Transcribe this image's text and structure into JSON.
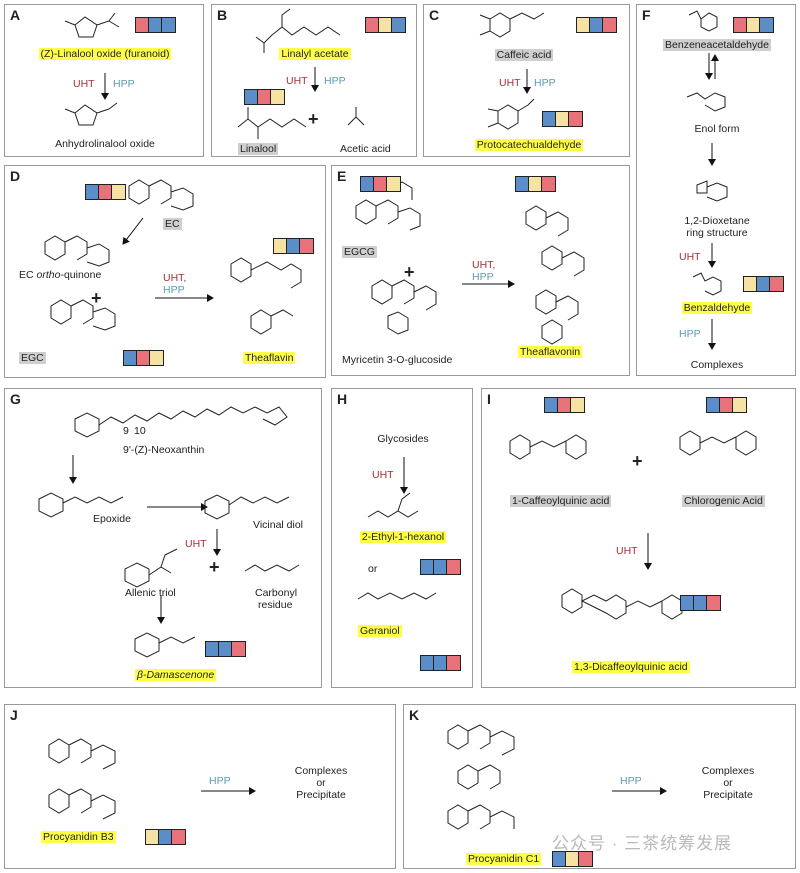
{
  "colors": {
    "blue": "#5b8ec9",
    "red": "#e8727a",
    "yellow": "#f6e3a3",
    "uht": "#a3303a",
    "hpp": "#5b9bb3",
    "hl_yellow": "#ffff47",
    "hl_gray": "#cfcfcf"
  },
  "panels": {
    "A": {
      "label": "A",
      "title": "(Z)-Linalool oxide (furanoid)",
      "uht": "UHT",
      "hpp": "HPP",
      "product": "Anhydrolinalool oxide",
      "blocks": [
        "red",
        "blue",
        "blue"
      ]
    },
    "B": {
      "label": "B",
      "title": "Linalyl acetate",
      "uht": "UHT",
      "hpp": "HPP",
      "product1": "Linalool",
      "plus": "+",
      "product2": "Acetic acid",
      "blocks1": [
        "red",
        "yellow",
        "blue"
      ],
      "blocks2": [
        "blue",
        "red",
        "yellow"
      ]
    },
    "C": {
      "label": "C",
      "title": "Caffeic acid",
      "uht": "UHT",
      "hpp": "HPP",
      "product": "Protocatechualdehyde",
      "blocks1": [
        "yellow",
        "blue",
        "red"
      ],
      "blocks2": [
        "blue",
        "yellow",
        "red"
      ]
    },
    "D": {
      "label": "D",
      "ec": "EC",
      "quinone_pre": "EC ",
      "quinone_it": "ortho",
      "quinone_post": "-quinone",
      "plus": "+",
      "egc": "EGC",
      "uht": "UHT,",
      "hpp": "HPP",
      "product": "Theaflavin",
      "blocks1": [
        "blue",
        "red",
        "yellow"
      ],
      "blocks2": [
        "yellow",
        "blue",
        "red"
      ],
      "blocks3": [
        "blue",
        "red",
        "yellow"
      ]
    },
    "E": {
      "label": "E",
      "egcg": "EGCG",
      "plus": "+",
      "glucoside": "Myricetin 3-O-glucoside",
      "uht": "UHT,",
      "hpp": "HPP",
      "product": "Theaflavonin",
      "blocks1": [
        "blue",
        "red",
        "yellow"
      ],
      "blocks2": [
        "blue",
        "yellow",
        "red"
      ]
    },
    "F": {
      "label": "F",
      "start": "Benzeneacetaldehyde",
      "enol": "Enol form",
      "diox1": "1,2-Dioxetane",
      "diox2": "ring structure",
      "uht": "UHT",
      "product": "Benzaldehyde",
      "hpp": "HPP",
      "end": "Complexes",
      "blocks1": [
        "red",
        "yellow",
        "blue"
      ],
      "blocks2": [
        "yellow",
        "blue",
        "red"
      ]
    },
    "G": {
      "label": "G",
      "n9": "9",
      "n10": "10",
      "neox": "9'-(Z)-Neoxanthin",
      "epoxide": "Epoxide",
      "diol": "Vicinal diol",
      "uht": "UHT",
      "plus": "+",
      "triol": "Allenic triol",
      "carb1": "Carbonyl",
      "carb2": "residue",
      "product": "β-Damascenone",
      "blocks": [
        "blue",
        "blue",
        "red"
      ]
    },
    "H": {
      "label": "H",
      "glyco": "Glycosides",
      "uht": "UHT",
      "p1": "2-Ethyl-1-hexanol",
      "or": "or",
      "p2": "Geraniol",
      "blocks1": [
        "blue",
        "blue",
        "red"
      ],
      "blocks2": [
        "blue",
        "blue",
        "red"
      ]
    },
    "I": {
      "label": "I",
      "a": "1-Caffeoylquinic acid",
      "plus": "+",
      "b": "Chlorogenic Acid",
      "uht": "UHT",
      "product": "1,3-Dicaffeoylquinic acid",
      "blocks1": [
        "blue",
        "red",
        "yellow"
      ],
      "blocks2": [
        "blue",
        "red",
        "yellow"
      ],
      "blocks3": [
        "blue",
        "blue",
        "red"
      ]
    },
    "J": {
      "label": "J",
      "hpp": "HPP",
      "r1": "Complexes",
      "r2": "or",
      "r3": "Precipitate",
      "product": "Procyanidin B3",
      "blocks": [
        "yellow",
        "blue",
        "red"
      ]
    },
    "K": {
      "label": "K",
      "hpp": "HPP",
      "r1": "Complexes",
      "r2": "or",
      "r3": "Precipitate",
      "product": "Procyanidin C1",
      "blocks": [
        "blue",
        "yellow",
        "red"
      ]
    }
  },
  "watermark": "公众号 · 三茶统筹发展"
}
